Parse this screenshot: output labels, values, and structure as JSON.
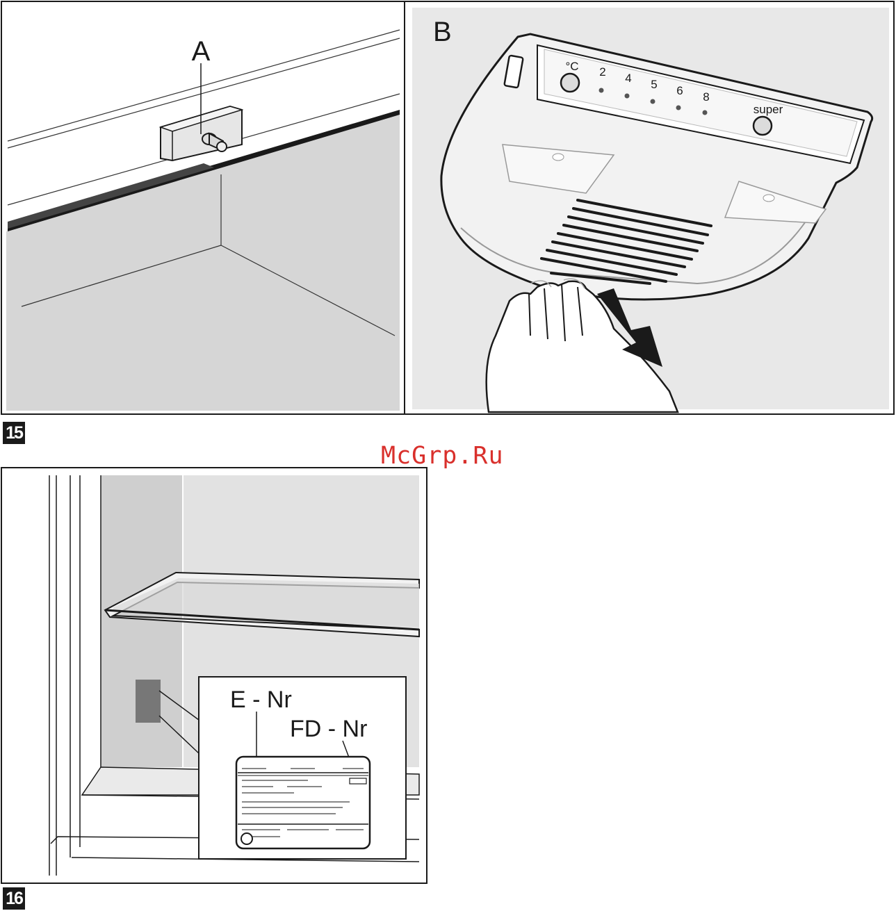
{
  "figure15": {
    "number": "15",
    "panel_a_label": "A",
    "panel_b_label": "B",
    "control_panel": {
      "unit": "°C",
      "scale": [
        "2",
        "4",
        "5",
        "6",
        "8"
      ],
      "super_label": "super"
    }
  },
  "figure16": {
    "number": "16",
    "label_e_nr": "E - Nr",
    "label_fd_nr": "FD - Nr"
  },
  "watermark": "McGrp.Ru"
}
